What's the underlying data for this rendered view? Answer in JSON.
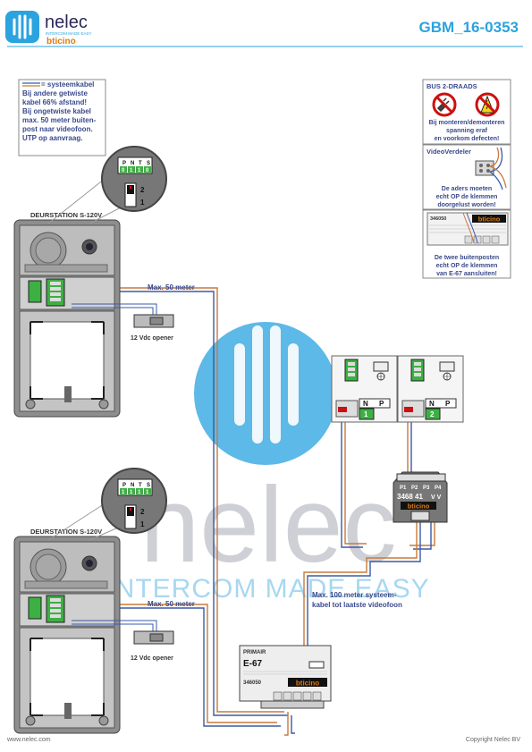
{
  "header": {
    "logo_name": "nelec",
    "logo_tagline": "INTERCOM MADE EASY",
    "logo_sub": "bticino",
    "doc_code": "GBM_16-0353"
  },
  "note": {
    "line1": "= systeemkabel",
    "line2": "Bij andere getwiste",
    "line3": "kabel 66% afstand!",
    "line4": "Bij ongetwiste kabel",
    "line5": "max. 50 meter buiten-",
    "line6": "post naar videofoon.",
    "line7": "UTP op aanvraag."
  },
  "warning": {
    "title": "BUS 2-DRAADS",
    "line1": "Bij monteren/demonteren",
    "line2": "spanning eraf",
    "line3": "en voorkom defecten!"
  },
  "videoverdeler": {
    "title": "VideoVerdeler",
    "line1": "De aders moeten",
    "line2": "echt OP de klemmen",
    "line3": "doorgelust worden!"
  },
  "e67_note": {
    "code": "346050",
    "brand": "bticino",
    "line1": "De twee buitenposten",
    "line2": "echt OP de klemmen",
    "line3": "van E-67 aansluiten!"
  },
  "station1": {
    "title": "DEURSTATION S-120V",
    "terminals": [
      "P",
      "N",
      "T",
      "S"
    ],
    "digits": [
      "0",
      "1",
      "1",
      "0"
    ],
    "switch_labels": [
      "2",
      "1"
    ],
    "cable_label": "Max. 50 meter",
    "opener_label": "12 Vdc opener"
  },
  "station2": {
    "title": "DEURSTATION S-120V",
    "terminals": [
      "P",
      "N",
      "T",
      "S"
    ],
    "digits": [
      "1",
      "1",
      "1",
      "1"
    ],
    "switch_labels": [
      "2",
      "1"
    ],
    "cable_label": "Max. 50 meter",
    "opener_label": "12 Vdc opener"
  },
  "monitors": [
    {
      "np": [
        "N",
        "P"
      ],
      "digit": "1"
    },
    {
      "np": [
        "N",
        "P"
      ],
      "digit": "2"
    }
  ],
  "distributor": {
    "ports": [
      "P1",
      "P2",
      "P3",
      "P4"
    ],
    "code": "3468 41",
    "vv": "V V",
    "brand": "bticino"
  },
  "power_supply": {
    "label": "PRIMAIR",
    "model": "E-67",
    "code": "346050",
    "brand": "bticino"
  },
  "max100": {
    "line1": "Max. 100 meter systeem-",
    "line2": "kabel tot laatste videofoon"
  },
  "watermark": {
    "word": "nelec",
    "tagline": "INTERCOM MADE EASY"
  },
  "footer": {
    "website": "www.nelec.com",
    "copyright": "Copyright Nelec BV"
  },
  "colors": {
    "brand_blue": "#2ba3df",
    "cable_orange": "#c87a3a",
    "cable_blue": "#3a5aa8",
    "note_text": "#3a4a8c",
    "warning_red": "#cc1111",
    "terminal_green": "#3cb043",
    "panel_gray": "#9a9a9a"
  }
}
